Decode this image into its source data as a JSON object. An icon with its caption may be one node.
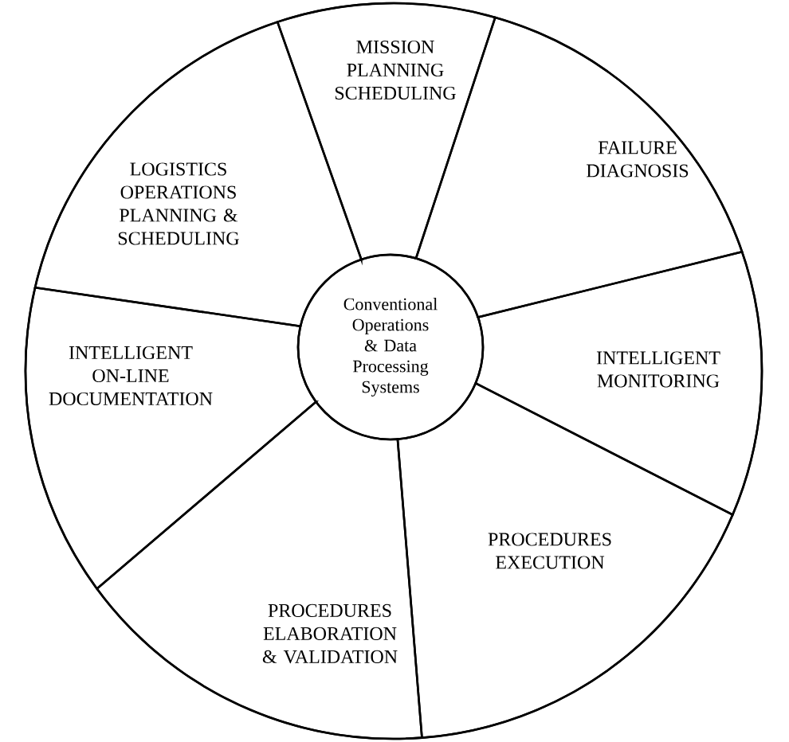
{
  "diagram": {
    "nodes": [
      {
        "text": [
          "Conventional Operations & Data Processing Systems"
        ]
      },
      {
        "text": [
          "MISSION PLANNING SCHEDULING"
        ]
      },
      {
        "text": [
          "FAILURE DIAGNOSIS"
        ]
      },
      {
        "text": [
          "INTELLIGENT MONITORING"
        ]
      },
      {
        "text": [
          "PROCEDURES EXECUTION"
        ]
      },
      {
        "text": [
          "PROCEDURES ELABORATION & VALIDATION"
        ]
      },
      {
        "text": [
          "INTELLIGENT ON-LINE DOCUMENTATION"
        ]
      },
      {
        "text": [
          "LOGISTICS OPERATIONS PLANNING & SCHEDULING"
        ]
      }
    ],
    "edges": []
  }
}
